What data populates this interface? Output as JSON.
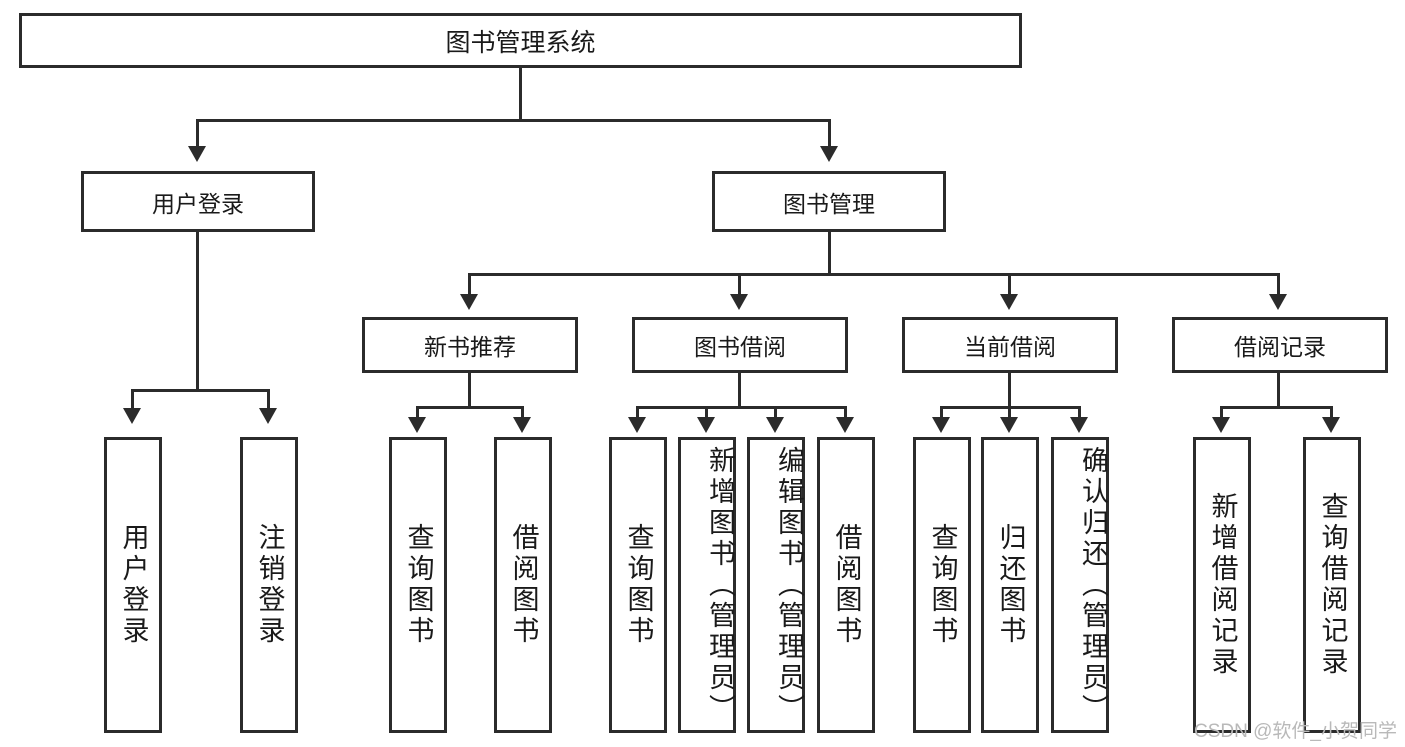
{
  "diagram": {
    "title": "图书管理系统",
    "type": "hierarchy-tree",
    "watermark": "CSDN @软件_小贺同学",
    "colors": {
      "stroke": "#2b2b2b",
      "fill": "#ffffff",
      "text": "#1a1a1a",
      "watermark": "#b9b9b9"
    },
    "root": {
      "label": "图书管理系统"
    },
    "level2": [
      {
        "label": "用户登录"
      },
      {
        "label": "图书管理"
      }
    ],
    "level3": [
      {
        "label": "新书推荐"
      },
      {
        "label": "图书借阅"
      },
      {
        "label": "当前借阅"
      },
      {
        "label": "借阅记录"
      }
    ],
    "leaves": {
      "user_login": [
        {
          "label": "用户登录"
        },
        {
          "label": "注销登录"
        }
      ],
      "new_book_recommend": [
        {
          "label": "查询图书"
        },
        {
          "label": "借阅图书"
        }
      ],
      "book_borrow": [
        {
          "label": "查询图书"
        },
        {
          "label": "新增图书（管理员）"
        },
        {
          "label": "编辑图书（管理员）"
        },
        {
          "label": "借阅图书"
        }
      ],
      "current_borrow": [
        {
          "label": "查询图书"
        },
        {
          "label": "归还图书"
        },
        {
          "label": "确认归还（管理员）"
        }
      ],
      "borrow_records": [
        {
          "label": "新增借阅记录"
        },
        {
          "label": "查询借阅记录"
        }
      ]
    }
  }
}
